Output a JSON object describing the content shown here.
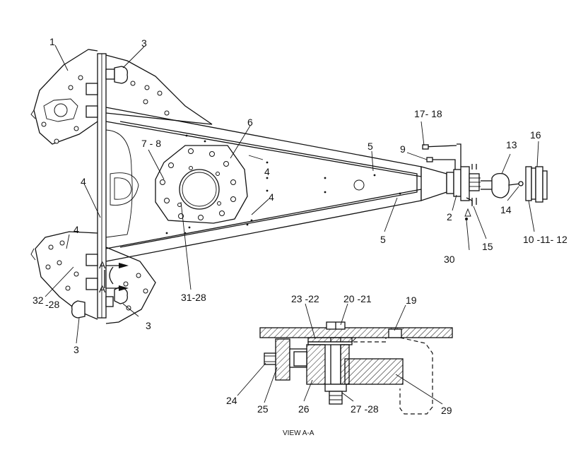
{
  "drawing": {
    "callouts": [
      {
        "id": "c1",
        "text": "1"
      },
      {
        "id": "c3a",
        "text": "3"
      },
      {
        "id": "c3b",
        "text": "3"
      },
      {
        "id": "c3c",
        "text": "3"
      },
      {
        "id": "c4a",
        "text": "4"
      },
      {
        "id": "c4b",
        "text": "4"
      },
      {
        "id": "c4c",
        "text": "4"
      },
      {
        "id": "c4d",
        "text": "4"
      },
      {
        "id": "c5a",
        "text": "5"
      },
      {
        "id": "c5b",
        "text": "5"
      },
      {
        "id": "c6",
        "text": "6"
      },
      {
        "id": "c78",
        "text": "7 - 8"
      },
      {
        "id": "c2",
        "text": "2"
      },
      {
        "id": "c9",
        "text": "9"
      },
      {
        "id": "c13",
        "text": "13"
      },
      {
        "id": "c14",
        "text": "14"
      },
      {
        "id": "c15",
        "text": "15"
      },
      {
        "id": "c16",
        "text": "16"
      },
      {
        "id": "c1718",
        "text": "17- 18"
      },
      {
        "id": "c101112",
        "text": "10 -11- 12"
      },
      {
        "id": "c30",
        "text": "30"
      },
      {
        "id": "c3128",
        "text": "31-28"
      },
      {
        "id": "c3228a",
        "text": "32"
      },
      {
        "id": "c3228b",
        "text": "-28"
      },
      {
        "id": "c2322",
        "text": "23 -22"
      },
      {
        "id": "c2021",
        "text": "20 -21"
      },
      {
        "id": "c19",
        "text": "19"
      },
      {
        "id": "c24",
        "text": "24"
      },
      {
        "id": "c25",
        "text": "25"
      },
      {
        "id": "c26",
        "text": "26"
      },
      {
        "id": "c2728",
        "text": "27 -28"
      },
      {
        "id": "c29",
        "text": "29"
      }
    ],
    "section_marks": [
      "A",
      "A"
    ],
    "view_caption": "VIEW   A-A"
  }
}
